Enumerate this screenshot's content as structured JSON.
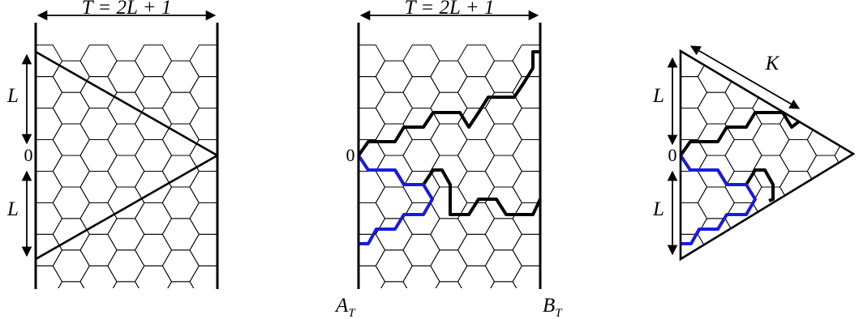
{
  "labels": {
    "T_eq": "T = 2L + 1",
    "L": "L",
    "zero": "0",
    "K": "K",
    "A": "A",
    "A_sub": "T",
    "B": "B",
    "B_sub": "T"
  },
  "colors": {
    "lattice": "#000000",
    "path_black": "#000000",
    "path_blue": "#1a1adf"
  }
}
